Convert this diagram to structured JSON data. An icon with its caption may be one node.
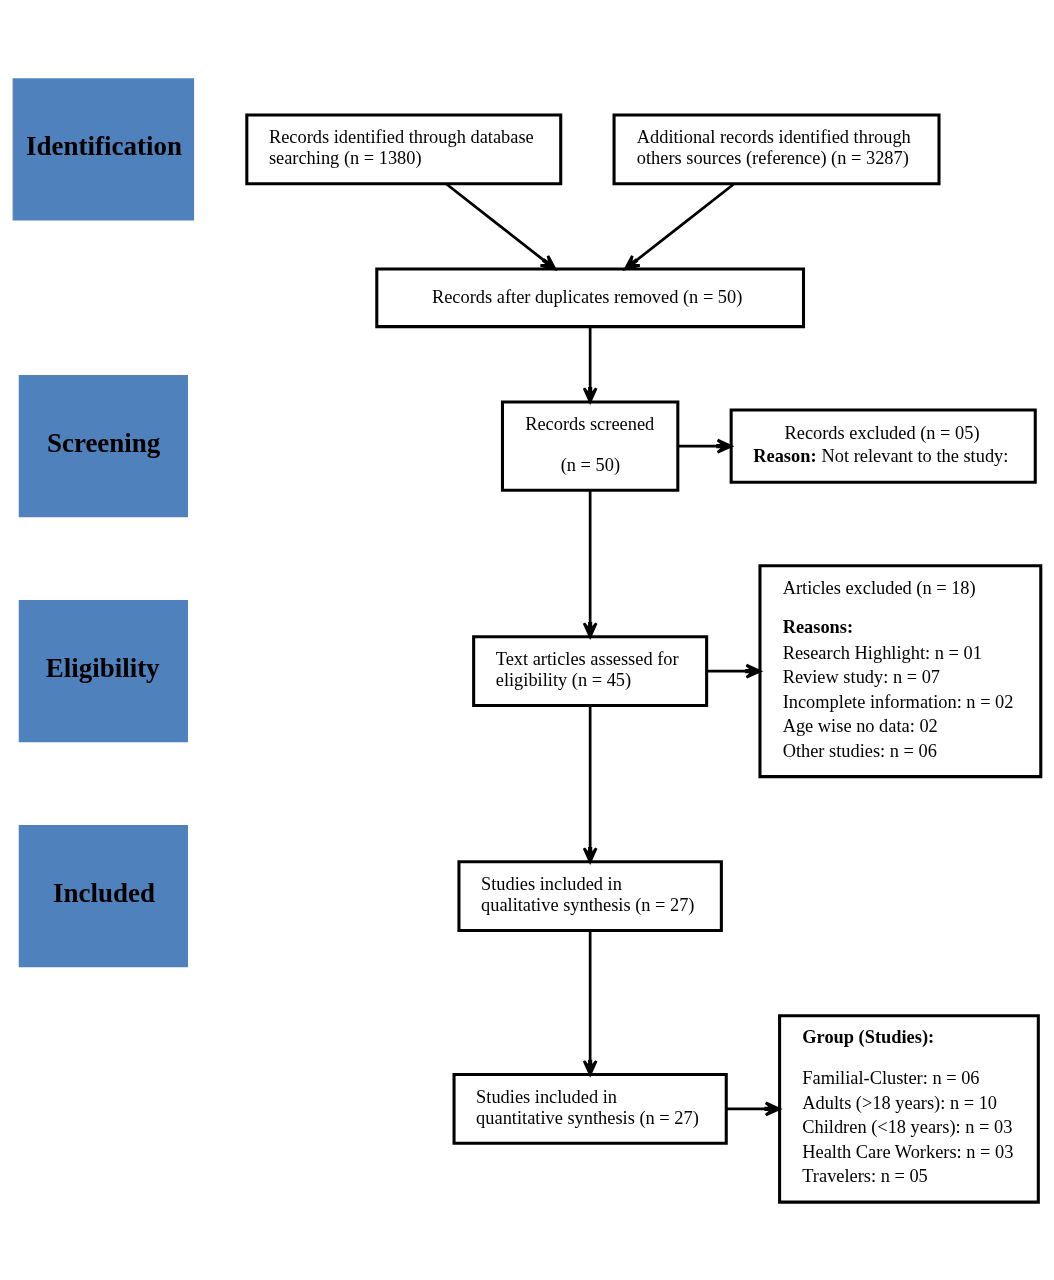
{
  "diagram": {
    "nodes": [
      {
        "text": [
          "Identification"
        ]
      },
      {
        "text": [
          "Records identified through database searching (n = 1380)"
        ]
      },
      {
        "text": [
          "Additional records identified through others sources (reference) (n = 3287)"
        ]
      },
      {
        "text": [
          "Records after duplicates removed (n = 50)"
        ]
      },
      {
        "text": [
          "Screening"
        ]
      },
      {
        "text": [
          "Records screened",
          "(n = 50)"
        ]
      },
      {
        "text": [
          "Records excluded (n = 05)",
          "**Reason:** Not relevant to the study:"
        ]
      },
      {
        "text": [
          "Eligibility"
        ]
      },
      {
        "text": [
          "Text articles assessed for eligibility (n = 45)"
        ]
      },
      {
        "text": [
          "Articles excluded (n = 18)",
          "Reasons:",
          "Research Highlight: n = 01",
          "Review study: n = 07",
          "Incomplete information: n = 02",
          "Age wise no data: 02",
          "Other studies: n = 06"
        ]
      },
      {
        "text": [
          "Included"
        ]
      },
      {
        "text": [
          "Studies included in qualitative synthesis (n = 27)"
        ]
      },
      {
        "text": [
          "Studies included in quantitative synthesis (n = 27)"
        ]
      },
      {
        "text": [
          "Group (Studies):",
          "Familial-Cluster: n = 06",
          "Adults (>18 years): n = 10",
          "Children (<18 years): n = 03",
          "Health Care Workers: n = 03",
          "Travelers: n = 05"
        ]
      }
    ],
    "edges": [
      {
        "from": 1,
        "to": 3,
        "arrow": "to"
      },
      {
        "from": 2,
        "to": 3,
        "arrow": "to"
      },
      {
        "from": 3,
        "to": 5,
        "arrow": "to"
      },
      {
        "from": 5,
        "to": 6,
        "arrow": "to"
      },
      {
        "from": 5,
        "to": 8,
        "arrow": "to"
      },
      {
        "from": 8,
        "to": 9,
        "arrow": "to"
      },
      {
        "from": 8,
        "to": 11,
        "arrow": "to"
      },
      {
        "from": 11,
        "to": 12,
        "arrow": "to"
      },
      {
        "from": 12,
        "to": 13,
        "arrow": "to"
      }
    ]
  }
}
